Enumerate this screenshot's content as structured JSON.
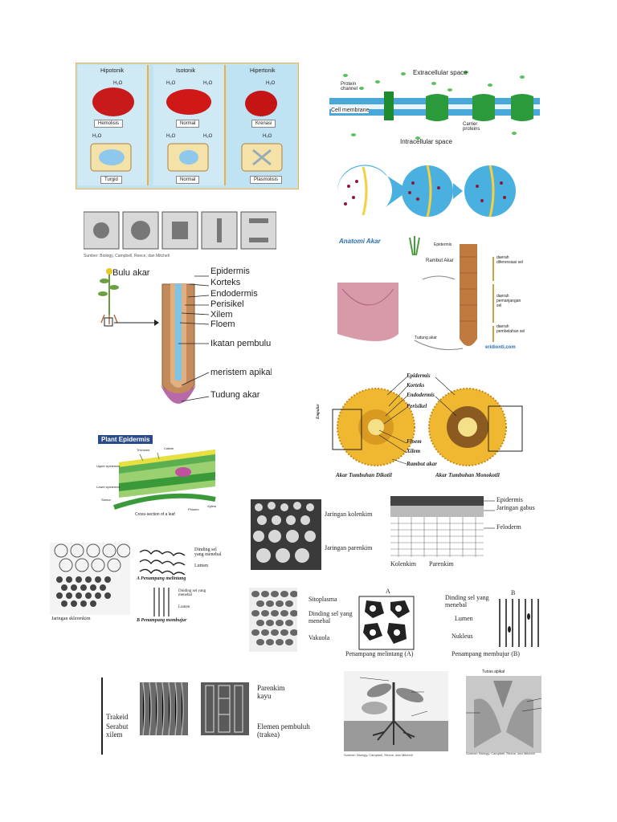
{
  "tonicity": {
    "headers": [
      "Hipotonik",
      "Isotonik",
      "Hipertonik"
    ],
    "water": "H₂O",
    "animal": [
      "Hemolisis",
      "Normal",
      "Krenasi"
    ],
    "plant": [
      "Turgid",
      "Normal",
      "Plasmolisis"
    ]
  },
  "membrane": {
    "extracellular": "Extracellular space",
    "intracellular": "Intracellular space",
    "protein_channel": "Protein channel",
    "cell_membrane": "Cell membrane",
    "carrier": "Carrier proteins"
  },
  "mitosis_caption": "Sumber: Biology, Campbell, Reece, dan Mitchell",
  "root_tip": {
    "root_hair": "Bulu akar",
    "labels": [
      "Epidermis",
      "Korteks",
      "Endodermis",
      "Perisikel",
      "Xilem",
      "Floem",
      "Ikatan pembuluh",
      "meristem apikal",
      "Tudung akar"
    ]
  },
  "root_anatomy": {
    "title": "Anatomi Akar",
    "left_labels": [
      "Epidermis",
      "Rambut Akar",
      "Tudung akar"
    ],
    "right_labels": [
      "daerah diferensiasi sel",
      "daerah pemanjangan sel",
      "daerah pembelahan sel"
    ],
    "credit": "eridionti.com"
  },
  "root_cross": {
    "labels": [
      "Epidermis",
      "Korteks",
      "Endodermis",
      "Perisikel",
      "Floem",
      "Xilem",
      "Rambut akar",
      "Empulur"
    ],
    "dicot": "Akar Tumbuhan Dikotil",
    "monocot": "Akar Tumbuhan Monokotil"
  },
  "leaf": {
    "title": "Plant Epidermis",
    "caption": "Cross-section of a leaf",
    "labels": [
      "Trichome",
      "Cuticle",
      "Upper epidermis",
      "Lower epidermis",
      "Stoma",
      "Xylem",
      "Phloem"
    ]
  },
  "collenchyma": {
    "labels": [
      "Jaringan kolenkim",
      "Jaringan parenkim"
    ]
  },
  "cork": {
    "labels": [
      "Epidermis",
      "Jaringan gabus",
      "Feloderm",
      "Kolenkim",
      "Parenkim"
    ]
  },
  "sclerenchyma": {
    "caption": "Jaringan sklerenkim",
    "labels": [
      "Dinding sel yang menebal",
      "Lumen",
      "A  Penampang melintang",
      "Dinding sel yang menebal",
      "Lumen",
      "B  Penampang membujur"
    ]
  },
  "stone_cells": {
    "marker": "A",
    "labels": [
      "Sitoplasma",
      "Dinding sel yang menebal",
      "Vakuola"
    ],
    "caption": "Penampang melintang (A)"
  },
  "fiber_cells": {
    "marker": "B",
    "labels": [
      "Dinding sel yang menebal",
      "Lumen",
      "Nukleus"
    ],
    "caption": "Penampang membujur (B)"
  },
  "xylem": {
    "labels": [
      "Trakeid",
      "Serabut xilem",
      "Parenkim kayu",
      "Elemen pembuluh (trakea)"
    ]
  },
  "plant": {
    "caption": "Sumber: Biology, Campbell, Reece, dan Mitchell"
  },
  "shoot_tip": {
    "title": "Tunas apikal",
    "caption": "Sumber: Biology, Campbell, Reece, dan Mitchell"
  }
}
